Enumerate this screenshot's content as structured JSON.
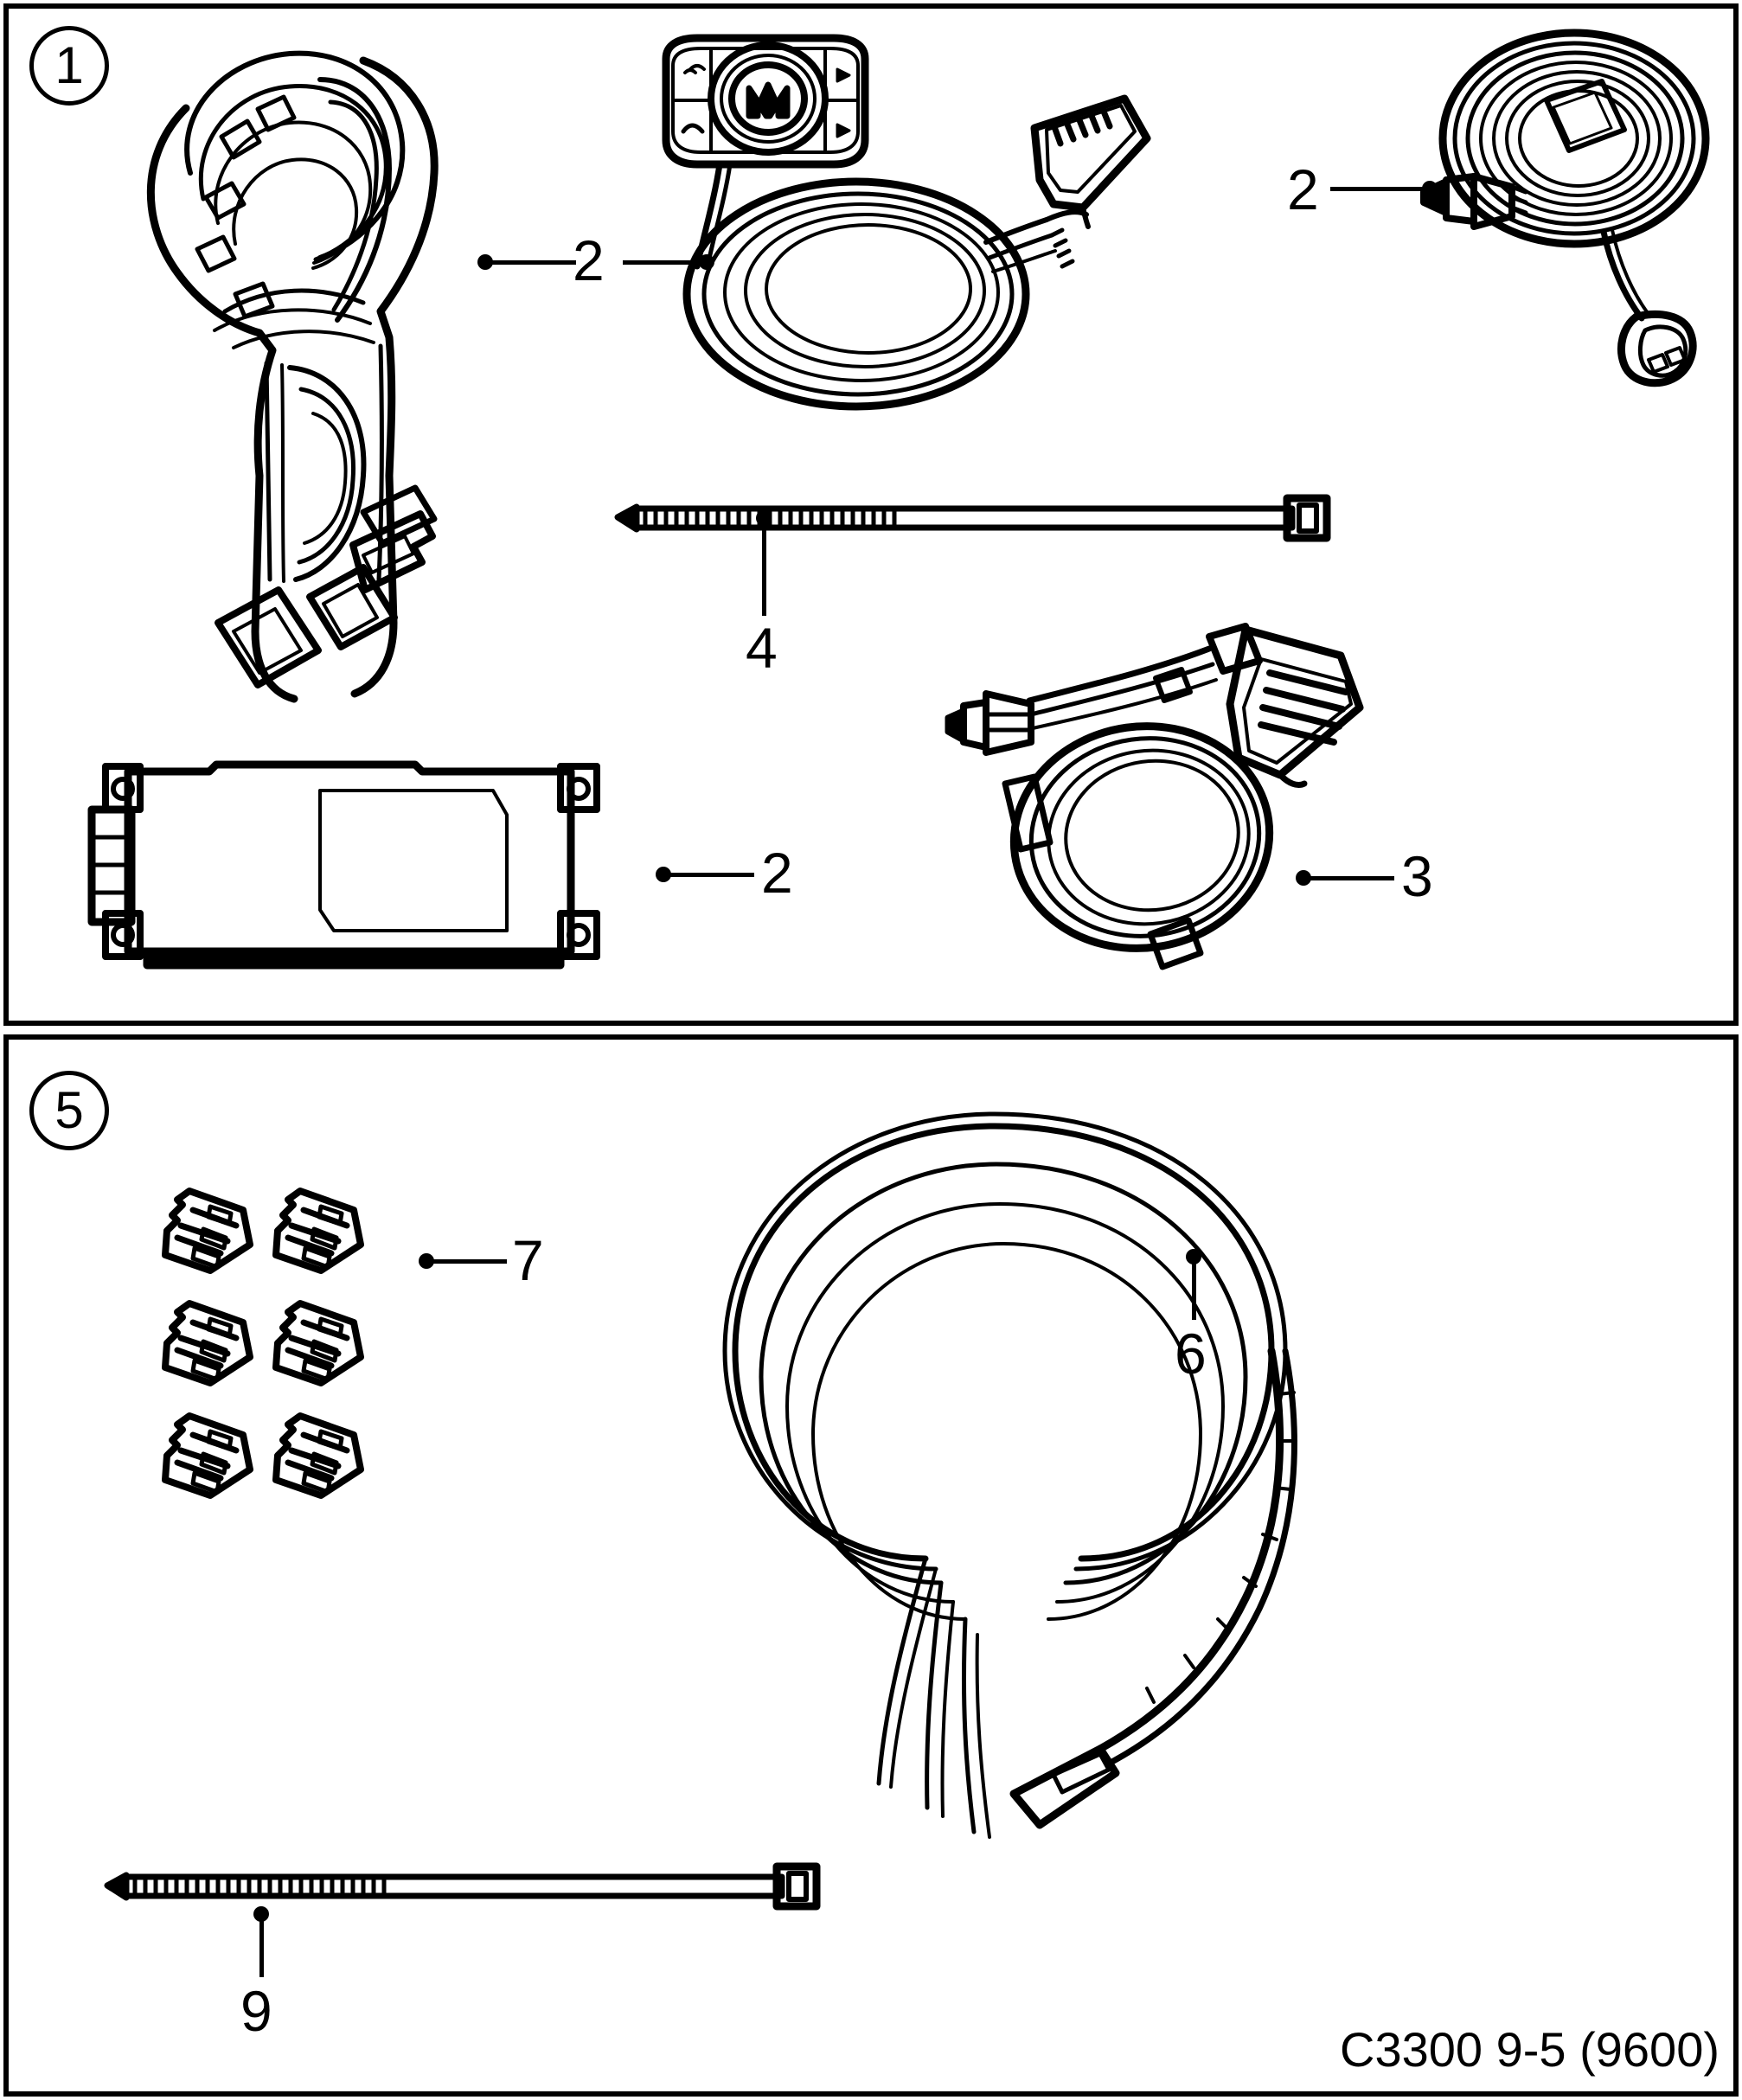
{
  "document": {
    "type": "parts-diagram",
    "footer_caption": "C3300 9-5 (9600)"
  },
  "panels": [
    {
      "step_number": "1",
      "callouts": [
        {
          "number": "2",
          "target": "wire-harness-with-connectors"
        },
        {
          "number": "2",
          "target": "control-switch-module-with-coiled-cable"
        },
        {
          "number": "2",
          "target": "antenna-cable-coil-with-microphone"
        },
        {
          "number": "4",
          "target": "cable-tie"
        },
        {
          "number": "2",
          "target": "control-unit-module-box"
        },
        {
          "number": "3",
          "target": "wiring-harness-adapter-loom"
        }
      ]
    },
    {
      "step_number": "5",
      "callouts": [
        {
          "number": "7",
          "target": "electrical-terminal-connector"
        },
        {
          "number": "6",
          "target": "antenna-wire-coil"
        },
        {
          "number": "9",
          "target": "cable-tie"
        }
      ]
    }
  ],
  "parts": [
    {
      "ref": "2",
      "name": "wire-harness",
      "quantity": 1
    },
    {
      "ref": "2",
      "name": "control-switch-module",
      "quantity": 1
    },
    {
      "ref": "2",
      "name": "microphone-cable",
      "quantity": 1
    },
    {
      "ref": "2",
      "name": "control-unit",
      "quantity": 1
    },
    {
      "ref": "3",
      "name": "adapter-harness",
      "quantity": 1
    },
    {
      "ref": "4",
      "name": "cable-tie",
      "quantity": 1
    },
    {
      "ref": "6",
      "name": "antenna-wire",
      "quantity": 1
    },
    {
      "ref": "7",
      "name": "terminal-connector",
      "quantity": 6
    },
    {
      "ref": "9",
      "name": "cable-tie",
      "quantity": 1
    }
  ],
  "colors": {
    "line": "#000000",
    "background": "#ffffff"
  }
}
